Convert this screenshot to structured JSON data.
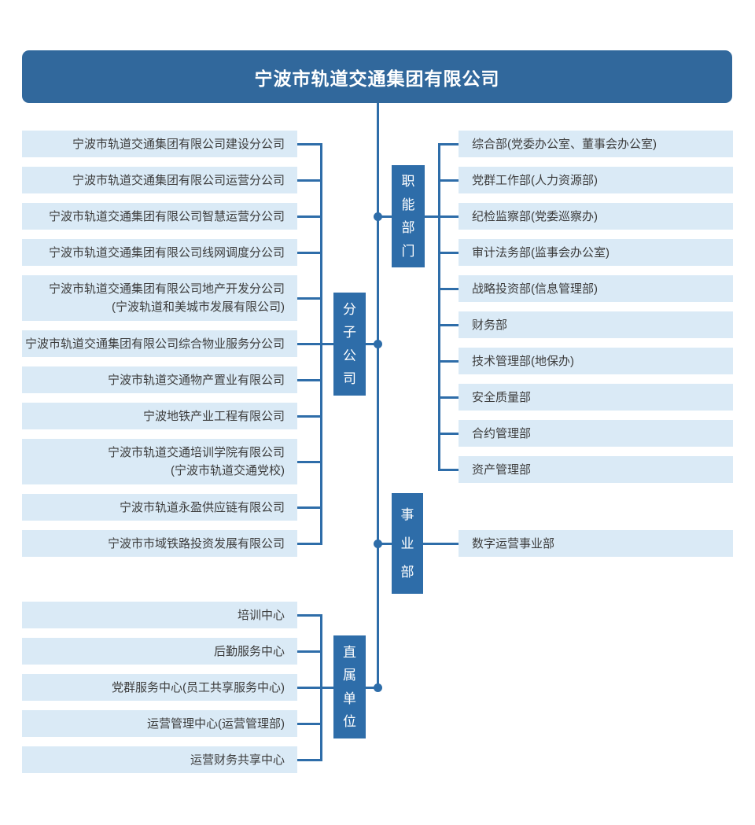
{
  "header": {
    "title": "宁波市轨道交通集团有限公司"
  },
  "colors": {
    "header_bg": "#31689c",
    "branch_bg": "#2e6da9",
    "line": "#2e6da9",
    "row_bg": "#daeaf6",
    "row_text": "#3d3d3d",
    "title_text": "#ffffff"
  },
  "branches": [
    {
      "label": "分子公司",
      "items": [
        "宁波市轨道交通集团有限公司建设分公司",
        "宁波市轨道交通集团有限公司运营分公司",
        "宁波市轨道交通集团有限公司智慧运营分公司",
        "宁波市轨道交通集团有限公司线网调度分公司",
        [
          "宁波市轨道交通集团有限公司地产开发分公司",
          "(宁波轨道和美城市发展有限公司)"
        ],
        "宁波市轨道交通集团有限公司综合物业服务分公司",
        "宁波市轨道交通物产置业有限公司",
        "宁波地铁产业工程有限公司",
        [
          "宁波市轨道交通培训学院有限公司",
          "(宁波市轨道交通党校)"
        ],
        "宁波市轨道永盈供应链有限公司",
        "宁波市市域铁路投资发展有限公司"
      ]
    },
    {
      "label": "职能部门",
      "items": [
        "综合部(党委办公室、董事会办公室)",
        "党群工作部(人力资源部)",
        "纪检监察部(党委巡察办)",
        "审计法务部(监事会办公室)",
        "战略投资部(信息管理部)",
        "财务部",
        "技术管理部(地保办)",
        "安全质量部",
        "合约管理部",
        "资产管理部"
      ]
    },
    {
      "label": "事业部",
      "items": [
        "数字运营事业部"
      ]
    },
    {
      "label": "直属单位",
      "items": [
        "培训中心",
        "后勤服务中心",
        "党群服务中心(员工共享服务中心)",
        "运营管理中心(运营管理部)",
        "运营财务共享中心"
      ]
    }
  ]
}
